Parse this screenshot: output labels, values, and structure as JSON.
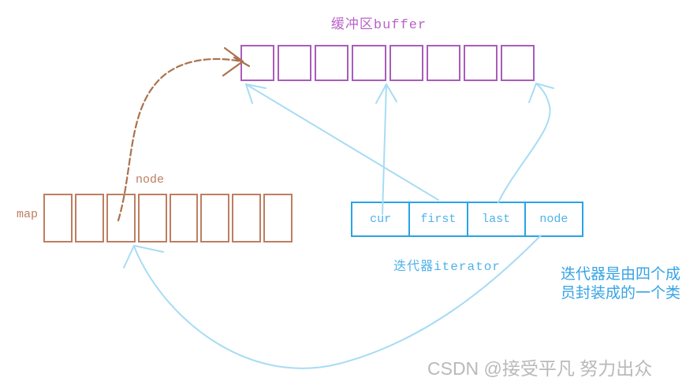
{
  "buffer": {
    "title": "缓冲区buffer",
    "cell_count": 8
  },
  "map": {
    "label": "map",
    "node_label": "node",
    "cell_count": 8
  },
  "iterator": {
    "label": "迭代器iterator",
    "cells": [
      "cur",
      "first",
      "last",
      "node"
    ]
  },
  "note": {
    "lines": [
      "迭代器是由四个成",
      "员封装成的一个类"
    ]
  },
  "watermark": "CSDN @接受平凡 努力出众",
  "arrows": [
    {
      "name": "arrow-map-node-to-buffer",
      "from": "map cell 3",
      "to": "buffer left edge",
      "color": "brown",
      "style": "dashed curve"
    },
    {
      "name": "arrow-first-to-buffer-start",
      "from": "iterator first",
      "to": "buffer bottom-left",
      "color": "light-blue",
      "style": "straight"
    },
    {
      "name": "arrow-cur-to-buffer-middle",
      "from": "iterator cur",
      "to": "buffer bottom middle",
      "color": "light-blue",
      "style": "straight"
    },
    {
      "name": "arrow-last-to-buffer-end",
      "from": "iterator last",
      "to": "buffer bottom-right",
      "color": "light-blue",
      "style": "curve"
    },
    {
      "name": "arrow-node-to-map",
      "from": "iterator node",
      "to": "map bottom",
      "color": "light-blue",
      "style": "u-curve"
    }
  ],
  "colors": {
    "buffer": "#a95cba",
    "buffer_title": "#ba62c8",
    "map": "#bd7e61",
    "iterator": "#29a3e6",
    "iterator_text": "#4fb2ea",
    "note": "#35a3e6",
    "arrow_blue": "#a8dcf4",
    "arrow_brown": "#aa724e",
    "watermark": "#b9b9b9"
  }
}
